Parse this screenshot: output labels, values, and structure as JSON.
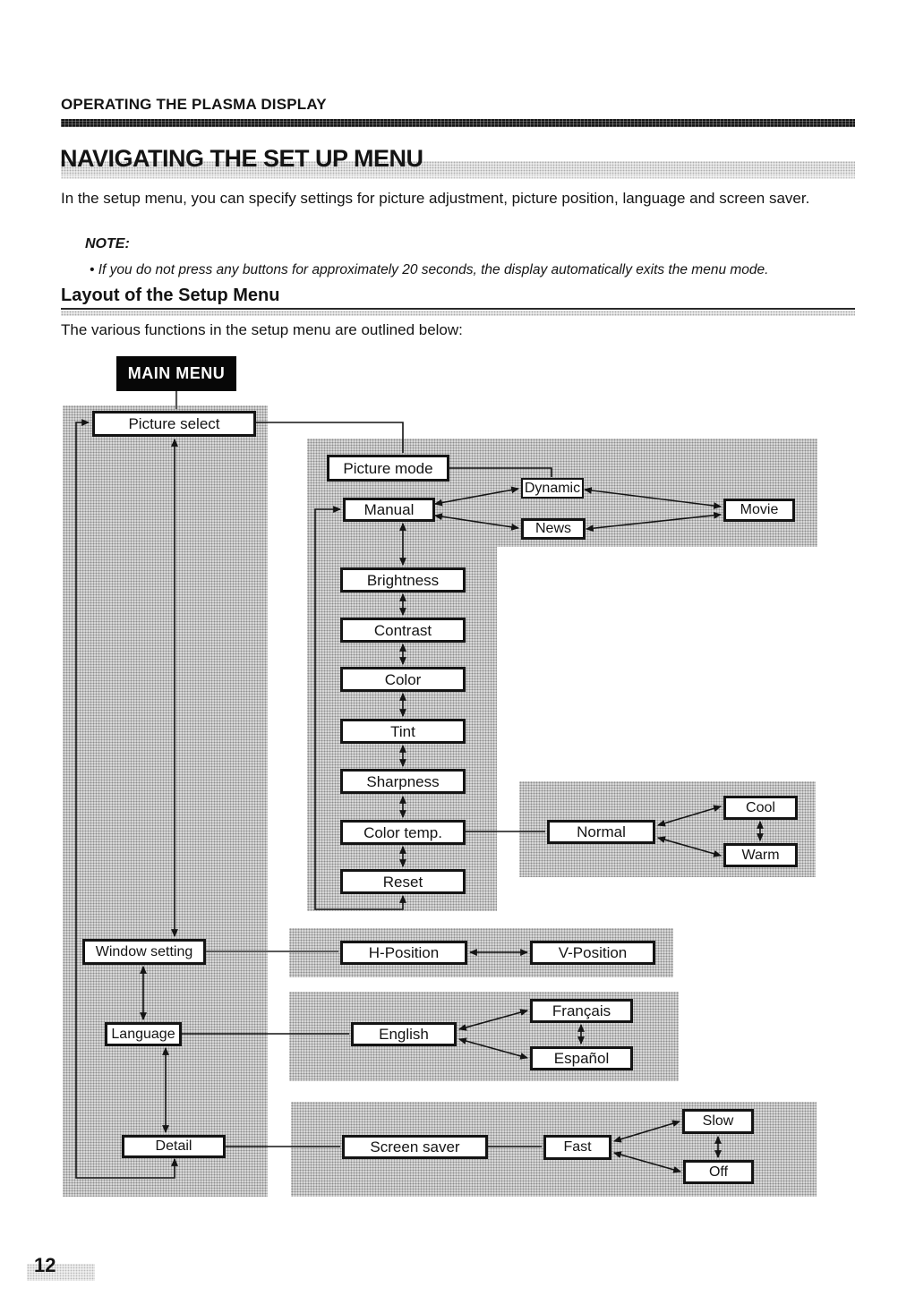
{
  "page": {
    "header": "OPERATING THE PLASMA DISPLAY",
    "title": "NAVIGATING THE SET UP MENU",
    "intro": "In the setup menu, you can specify settings for picture adjustment, picture position, language and screen saver.",
    "note_label": "NOTE:",
    "note_text": "• If you do not press any buttons for approximately 20 seconds, the display automatically exits the menu mode.",
    "section_heading": "Layout of the Setup Menu",
    "section_intro": "The various functions in the setup menu are outlined below:",
    "page_number": "12"
  },
  "diagram": {
    "main_menu": "MAIN MENU",
    "nodes": {
      "picture_select": "Picture select",
      "picture_mode": "Picture mode",
      "manual": "Manual",
      "dynamic": "Dynamic",
      "news": "News",
      "movie": "Movie",
      "brightness": "Brightness",
      "contrast": "Contrast",
      "color": "Color",
      "tint": "Tint",
      "sharpness": "Sharpness",
      "color_temp": "Color temp.",
      "reset": "Reset",
      "normal": "Normal",
      "cool": "Cool",
      "warm": "Warm",
      "window_setting": "Window setting",
      "h_position": "H-Position",
      "v_position": "V-Position",
      "language": "Language",
      "english": "English",
      "francais": "Français",
      "espanol": "Español",
      "detail": "Detail",
      "screen_saver": "Screen saver",
      "fast": "Fast",
      "slow": "Slow",
      "off": "Off"
    },
    "colors": {
      "line": "#141414",
      "box_border": "#141414",
      "main_menu_bg": "#070707",
      "main_menu_text": "#ffffff",
      "panel_gray": "#d9d9d9"
    }
  }
}
